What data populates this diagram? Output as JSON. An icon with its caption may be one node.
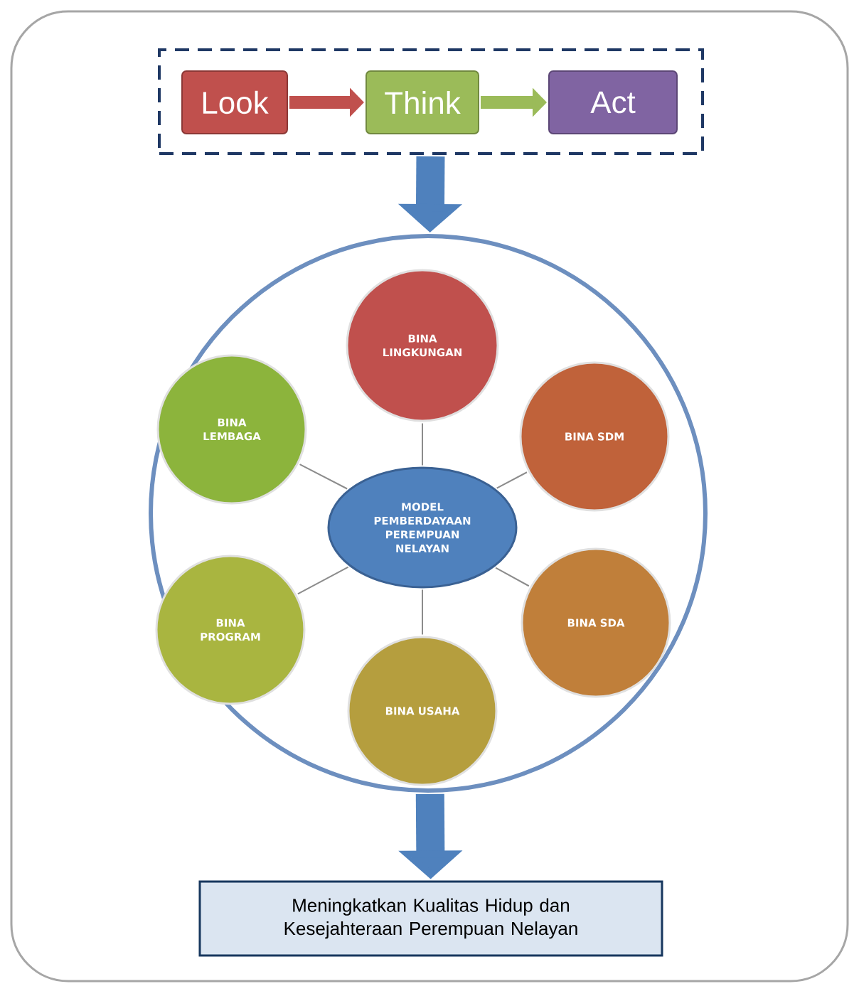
{
  "diagram": {
    "nodes": [
      {
        "text": [],
        "shape": "box"
      },
      {
        "text": [
          "Look"
        ],
        "in": 0
      },
      {
        "text": [
          "Think"
        ],
        "in": 0
      },
      {
        "text": [
          "Act"
        ],
        "in": 0
      },
      {
        "text": [],
        "shape": "circle"
      },
      {
        "text": [
          "MODEL PEMBERDAYAAN PEREMPUAN NELAYAN"
        ],
        "in": 4
      },
      {
        "text": [
          "BINA LINGKUNGAN"
        ],
        "in": 4
      },
      {
        "text": [
          "BINA SDM"
        ],
        "in": 4
      },
      {
        "text": [
          "BINA SDA"
        ],
        "in": 4
      },
      {
        "text": [
          "BINA USAHA"
        ],
        "in": 4
      },
      {
        "text": [
          "BINA PROGRAM"
        ],
        "in": 4
      },
      {
        "text": [
          "BINA LEMBAGA"
        ],
        "in": 4
      },
      {
        "text": [
          "Meningkatkan Kualitas Hidup dan Kesejahteraan Perempuan Nelayan"
        ]
      }
    ],
    "edges": [
      {
        "from": 1,
        "to": 2,
        "arrow": "to",
        "style": "thick",
        "color": "#c0504d"
      },
      {
        "from": 2,
        "to": 3,
        "arrow": "to",
        "style": "thick",
        "color": "#9bbb59"
      },
      {
        "from": 0,
        "to": 4,
        "arrow": "to",
        "style": "thick",
        "color": "#4f81bd"
      },
      {
        "from": 5,
        "to": 6,
        "arrow": "none"
      },
      {
        "from": 5,
        "to": 7,
        "arrow": "none"
      },
      {
        "from": 5,
        "to": 8,
        "arrow": "none"
      },
      {
        "from": 5,
        "to": 9,
        "arrow": "none"
      },
      {
        "from": 5,
        "to": 10,
        "arrow": "none"
      },
      {
        "from": 5,
        "to": 11,
        "arrow": "none"
      },
      {
        "from": 4,
        "to": 12,
        "arrow": "to",
        "style": "thick",
        "color": "#4f81bd"
      }
    ]
  }
}
